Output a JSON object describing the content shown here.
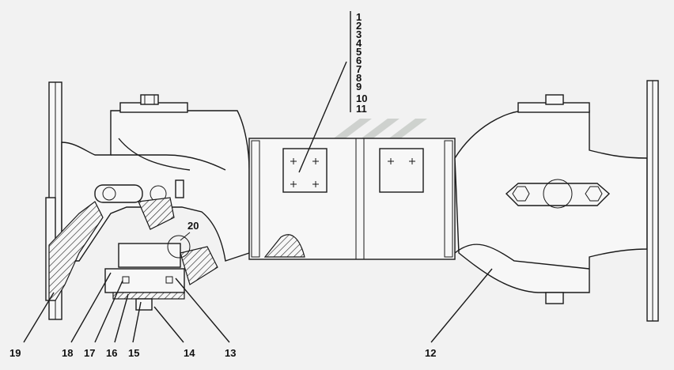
{
  "callouts_top": [
    "1",
    "2",
    "3",
    "4",
    "5",
    "6",
    "7",
    "8",
    "9",
    "10",
    "11"
  ],
  "callouts_bottom": [
    "19",
    "18",
    "17",
    "16",
    "15",
    "14",
    "13",
    "12"
  ],
  "callout_20": "20",
  "colors": {
    "line": "#1a1a1a",
    "background": "#f2f2f2",
    "watermark": "#c8ccc8"
  }
}
